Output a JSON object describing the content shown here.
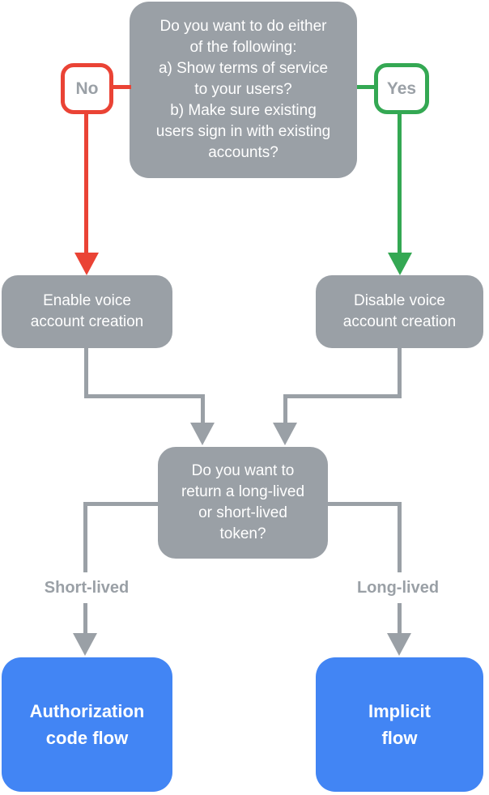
{
  "colors": {
    "node_gray": "#9AA0A6",
    "arrow_red": "#EA4335",
    "arrow_green": "#34A853",
    "result_blue": "#4285F4",
    "text_white": "#FFFFFF",
    "muted_text": "#9AA0A6",
    "background": "#FFFFFF"
  },
  "nodes": {
    "question_top": "Do you want to do either\nof the following:\na) Show terms of service\nto your users?\nb) Make sure existing\nusers sign in with existing\naccounts?",
    "no_badge": "No",
    "yes_badge": "Yes",
    "enable_voice": "Enable voice\naccount creation",
    "disable_voice": "Disable voice\naccount creation",
    "question_token": "Do you want to\nreturn a long-lived\nor short-lived\ntoken?",
    "short_lived_label": "Short-lived",
    "long_lived_label": "Long-lived",
    "authorization_result": "Authorization\ncode flow",
    "implicit_result": "Implicit\nflow"
  }
}
